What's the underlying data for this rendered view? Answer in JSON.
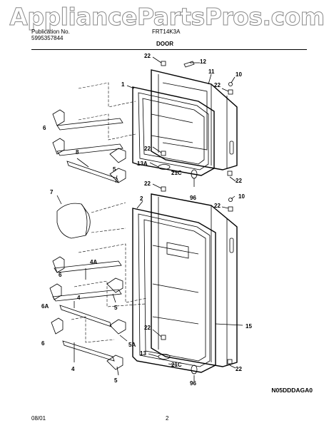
{
  "header": {
    "watermark": "AppliancePartsPros.com",
    "publication_label": "Publication No.",
    "publication_number": "5995357844",
    "model": "FRT14K3A",
    "section_title": "DOOR"
  },
  "footer": {
    "date": "08/01",
    "page": "2",
    "diagram_code": "N05DDDAGA0"
  },
  "callouts": {
    "c1": "1",
    "c2": "2",
    "c4a": "4",
    "c4b": "4",
    "c4A": "4A",
    "c5a": "5",
    "c5b": "5",
    "c5c": "5",
    "c5A": "5A",
    "c6a": "6",
    "c6b": "6",
    "c6c": "6",
    "c6A": "6A",
    "c7": "7",
    "c8": "8",
    "c10a": "10",
    "c10b": "10",
    "c11": "11",
    "c12": "12",
    "c13": "13",
    "c13A": "13A",
    "c15": "15",
    "c21Ca": "21C",
    "c21Cb": "21C",
    "c22a": "22",
    "c22b": "22",
    "c22c": "22",
    "c22d": "22",
    "c22e": "22",
    "c22f": "22",
    "c22g": "22",
    "c22h": "22",
    "c96a": "96",
    "c96b": "96"
  }
}
